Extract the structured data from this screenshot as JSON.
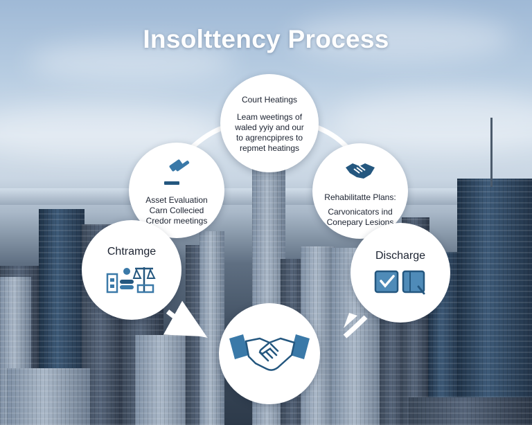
{
  "title": "Insolttency Process",
  "nodes": {
    "court": {
      "heading": "Court Heatings",
      "lines": [
        "Leam weetings of",
        "waled yyiy and our",
        "to agrencpipres to",
        "repmet heatings"
      ]
    },
    "asset": {
      "lines": [
        "Asset Evaluation",
        "Carn Collecied",
        "Credor meetings"
      ],
      "icon": "gavel-icon"
    },
    "rehab": {
      "lines": [
        "Rehabilitatte Plans:",
        "Carvonicators ind",
        "Conepary Lesions"
      ],
      "icon": "handshake-icon"
    },
    "chtramge": {
      "heading": "Chtramge",
      "icon": "assets-scale-icon"
    },
    "discharge": {
      "heading": "Discharge",
      "icon": "document-check-icon"
    },
    "center": {
      "icon": "handshake-icon"
    }
  },
  "colors": {
    "accent": "#3a79a8",
    "accent_dark": "#24577f",
    "node_bg": "#ffffff",
    "text": "#1b2230"
  }
}
